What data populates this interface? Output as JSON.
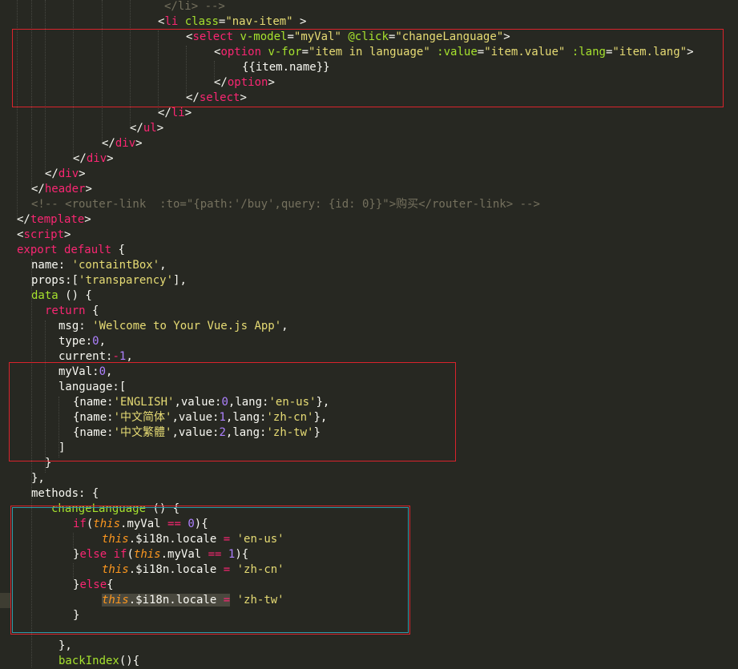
{
  "editor": {
    "theme": {
      "background": "#272822",
      "tag": "#f92672",
      "attr": "#a6e22e",
      "string": "#e6db74",
      "number": "#ae81ff",
      "comment": "#75715e",
      "this": "#fd971f"
    },
    "highlight_colors": {
      "red": "#d9232c",
      "teal": "#2e9aa8"
    },
    "lines": [
      [
        [
          "comment",
          "</li> -->"
        ]
      ],
      [
        [
          "punct",
          "<"
        ],
        [
          "tag",
          "li"
        ],
        [
          "attr",
          " class"
        ],
        [
          "punct",
          "="
        ],
        [
          "str",
          "\"nav-item\""
        ],
        [
          "punct",
          " >"
        ]
      ],
      [
        [
          "punct",
          "<"
        ],
        [
          "tag",
          "select"
        ],
        [
          "attr",
          " v-model"
        ],
        [
          "punct",
          "="
        ],
        [
          "str",
          "\"myVal\""
        ],
        [
          "attr",
          " @click"
        ],
        [
          "punct",
          "="
        ],
        [
          "str",
          "\"changeLanguage\""
        ],
        [
          "punct",
          ">"
        ]
      ],
      [
        [
          "punct",
          "<"
        ],
        [
          "tag",
          "option"
        ],
        [
          "attr",
          " v-for"
        ],
        [
          "punct",
          "="
        ],
        [
          "str",
          "\"item in language\""
        ],
        [
          "attr",
          " :value"
        ],
        [
          "punct",
          "="
        ],
        [
          "str",
          "\"item.value\""
        ],
        [
          "attr",
          " :lang"
        ],
        [
          "punct",
          "="
        ],
        [
          "str",
          "\"item.lang\""
        ],
        [
          "punct",
          ">"
        ]
      ],
      [
        [
          "plain",
          "{{item.name}}"
        ]
      ],
      [
        [
          "punct",
          "</"
        ],
        [
          "tag",
          "option"
        ],
        [
          "punct",
          ">"
        ]
      ],
      [
        [
          "punct",
          "</"
        ],
        [
          "tag",
          "select"
        ],
        [
          "punct",
          ">"
        ]
      ],
      [
        [
          "punct",
          "</"
        ],
        [
          "tag",
          "li"
        ],
        [
          "punct",
          ">"
        ]
      ],
      [
        [
          "punct",
          "</"
        ],
        [
          "tag",
          "ul"
        ],
        [
          "punct",
          ">"
        ]
      ],
      [
        [
          "punct",
          "</"
        ],
        [
          "tag",
          "div"
        ],
        [
          "punct",
          ">"
        ]
      ],
      [
        [
          "punct",
          "</"
        ],
        [
          "tag",
          "div"
        ],
        [
          "punct",
          ">"
        ]
      ],
      [
        [
          "punct",
          "</"
        ],
        [
          "tag",
          "div"
        ],
        [
          "punct",
          ">"
        ]
      ],
      [
        [
          "punct",
          "</"
        ],
        [
          "tag",
          "header"
        ],
        [
          "punct",
          ">"
        ]
      ],
      [
        [
          "comment",
          "<!-- <router-link  :to=\"{path:'/buy',query: {id: 0}}\">购买</router-link> -->"
        ]
      ],
      [
        [
          "punct",
          "</"
        ],
        [
          "tag",
          "template"
        ],
        [
          "punct",
          ">"
        ]
      ],
      [
        [
          "punct",
          "<"
        ],
        [
          "tag",
          "script"
        ],
        [
          "punct",
          ">"
        ]
      ],
      [
        [
          "kw",
          "export default"
        ],
        [
          "punct",
          " {"
        ]
      ],
      [
        [
          "plain",
          "name: "
        ],
        [
          "str",
          "'containtBox'"
        ],
        [
          "punct",
          ","
        ]
      ],
      [
        [
          "plain",
          "props:["
        ],
        [
          "str",
          "'transparency'"
        ],
        [
          "punct",
          "],"
        ]
      ],
      [
        [
          "func",
          "data"
        ],
        [
          "punct",
          " () {"
        ]
      ],
      [
        [
          "kw",
          "return"
        ],
        [
          "punct",
          " {"
        ]
      ],
      [
        [
          "plain",
          "msg: "
        ],
        [
          "str",
          "'Welcome to Your Vue.js App'"
        ],
        [
          "punct",
          ","
        ]
      ],
      [
        [
          "plain",
          "type:"
        ],
        [
          "num",
          "0"
        ],
        [
          "punct",
          ","
        ]
      ],
      [
        [
          "plain",
          "current:"
        ],
        [
          "kw",
          "-"
        ],
        [
          "num",
          "1"
        ],
        [
          "punct",
          ","
        ]
      ],
      [
        [
          "plain",
          "myVal:"
        ],
        [
          "num",
          "0"
        ],
        [
          "punct",
          ","
        ]
      ],
      [
        [
          "plain",
          "language:["
        ]
      ],
      [
        [
          "plain",
          "{name:"
        ],
        [
          "str",
          "'ENGLISH'"
        ],
        [
          "plain",
          ",value:"
        ],
        [
          "num",
          "0"
        ],
        [
          "plain",
          ",lang:"
        ],
        [
          "str",
          "'en-us'"
        ],
        [
          "plain",
          "},"
        ]
      ],
      [
        [
          "plain",
          "{name:"
        ],
        [
          "str",
          "'中文简体'"
        ],
        [
          "plain",
          ",value:"
        ],
        [
          "num",
          "1"
        ],
        [
          "plain",
          ",lang:"
        ],
        [
          "str",
          "'zh-cn'"
        ],
        [
          "plain",
          "},"
        ]
      ],
      [
        [
          "plain",
          "{name:"
        ],
        [
          "str",
          "'中文繁體'"
        ],
        [
          "plain",
          ",value:"
        ],
        [
          "num",
          "2"
        ],
        [
          "plain",
          ",lang:"
        ],
        [
          "str",
          "'zh-tw'"
        ],
        [
          "plain",
          "}"
        ]
      ],
      [
        [
          "plain",
          "]"
        ]
      ],
      [
        [
          "plain",
          "}"
        ]
      ],
      [
        [
          "plain",
          "},"
        ]
      ],
      [
        [
          "plain",
          "methods: {"
        ]
      ],
      [
        [
          "func",
          "changeLanguage"
        ],
        [
          "punct",
          " () {"
        ]
      ],
      [
        [
          "kw",
          "if"
        ],
        [
          "punct",
          "("
        ],
        [
          "this",
          "this"
        ],
        [
          "plain",
          ".myVal "
        ],
        [
          "kw",
          "=="
        ],
        [
          "plain",
          " "
        ],
        [
          "num",
          "0"
        ],
        [
          "punct",
          "){"
        ]
      ],
      [
        [
          "this",
          "this"
        ],
        [
          "plain",
          ".$i18n.locale "
        ],
        [
          "kw",
          "="
        ],
        [
          "plain",
          " "
        ],
        [
          "str",
          "'en-us'"
        ]
      ],
      [
        [
          "punct",
          "}"
        ],
        [
          "kw",
          "else if"
        ],
        [
          "punct",
          "("
        ],
        [
          "this",
          "this"
        ],
        [
          "plain",
          ".myVal "
        ],
        [
          "kw",
          "=="
        ],
        [
          "plain",
          " "
        ],
        [
          "num",
          "1"
        ],
        [
          "punct",
          "){"
        ]
      ],
      [
        [
          "this",
          "this"
        ],
        [
          "plain",
          ".$i18n.locale "
        ],
        [
          "kw",
          "="
        ],
        [
          "plain",
          " "
        ],
        [
          "str",
          "'zh-cn'"
        ]
      ],
      [
        [
          "punct",
          "}"
        ],
        [
          "kw",
          "else"
        ],
        [
          "punct",
          "{"
        ]
      ],
      [
        [
          "this",
          "this"
        ],
        [
          "plain",
          ".$i18n.locale "
        ],
        [
          "kw",
          "="
        ],
        [
          "plain",
          " "
        ],
        [
          "str",
          "'zh-tw'"
        ]
      ],
      [
        [
          "punct",
          "}"
        ]
      ],
      [
        [
          "plain",
          ""
        ]
      ],
      [
        [
          "plain",
          "},"
        ]
      ],
      [
        [
          "func",
          "backIndex"
        ],
        [
          "punct",
          "(){"
        ]
      ]
    ]
  }
}
